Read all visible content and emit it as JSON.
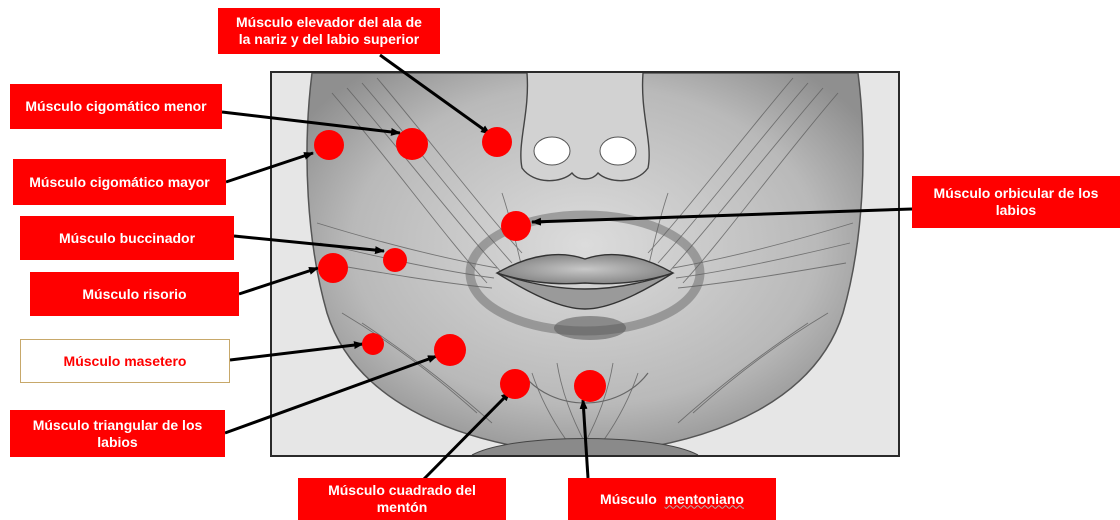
{
  "labels": {
    "elevador_line1": "Músculo  elevador del ala de",
    "elevador_line2": "la nariz y del labio superior",
    "cigomatico_menor": "Músculo  cigomático menor",
    "cigomatico_mayor": "Músculo  cigomático mayor",
    "buccinador": "Músculo buccinador",
    "risorio": "Músculo risorio",
    "masetero": "Músculo masetero",
    "triangular_line1": "Músculo  triangular de los",
    "triangular_line2": "labios",
    "orbicular_line1": "Músculo  orbicular de los",
    "orbicular_line2": "labios",
    "cuadrado_line1": "Músculo  cuadrado del",
    "cuadrado_line2": "mentón",
    "mentoniano_prefix": "Músculo  ",
    "mentoniano_word": "mentoniano"
  },
  "colors": {
    "label_fill": "#ff0000",
    "label_text": "#ffffff",
    "outlined_label_text": "#ff0000",
    "outlined_label_border": "#c7a86a",
    "marker": "#ff0000",
    "arrow": "#000000",
    "illustration_ink": "#3c3c3c"
  },
  "illustration": {
    "subject": "Face muscles anatomical illustration",
    "style": "pencil-engraving"
  }
}
